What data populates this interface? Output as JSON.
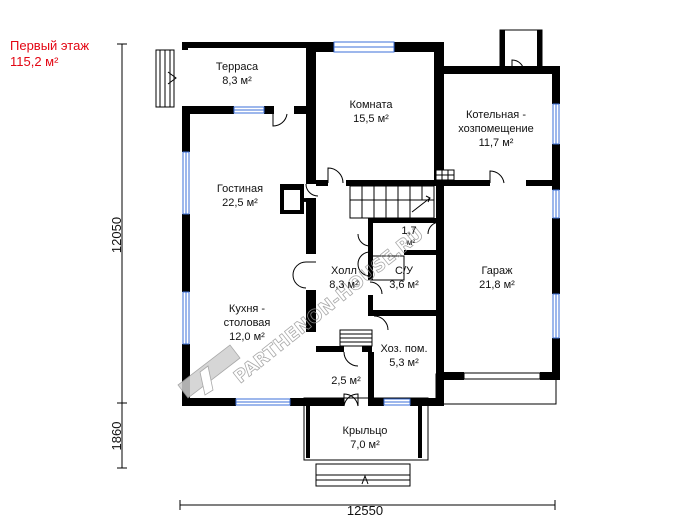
{
  "floor": {
    "title": "Первый этаж",
    "area": "115,2 м²"
  },
  "rooms": [
    {
      "name": "Терраса",
      "area": "8,3 м²"
    },
    {
      "name": "Комната",
      "area": "15,5 м²"
    },
    {
      "name": "Котельная -",
      "name2": "хозпомещение",
      "area": "11,7 м²"
    },
    {
      "name": "Гостиная",
      "area": "22,5 м²"
    },
    {
      "name": "",
      "area": "1,7",
      "area2": "м²"
    },
    {
      "name": "Холл",
      "area": "8,3 м²"
    },
    {
      "name": "С/У",
      "area": "3,6 м²"
    },
    {
      "name": "Гараж",
      "area": "21,8 м²"
    },
    {
      "name": "Кухня -",
      "name2": "столовая",
      "area": "12,0 м²"
    },
    {
      "name": "Хоз. пом.",
      "area": "5,3 м²"
    },
    {
      "name": "",
      "area": "2,5 м²"
    },
    {
      "name": "Крыльцо",
      "area": "7,0 м²"
    }
  ],
  "dimensions": {
    "height_main": "12050",
    "height_porch": "1860",
    "width": "12550"
  },
  "watermark": "PARTHENON-HOUSE.RU",
  "colors": {
    "wall": "#000000",
    "window": "#3b6fd8",
    "title": "#e30613"
  }
}
